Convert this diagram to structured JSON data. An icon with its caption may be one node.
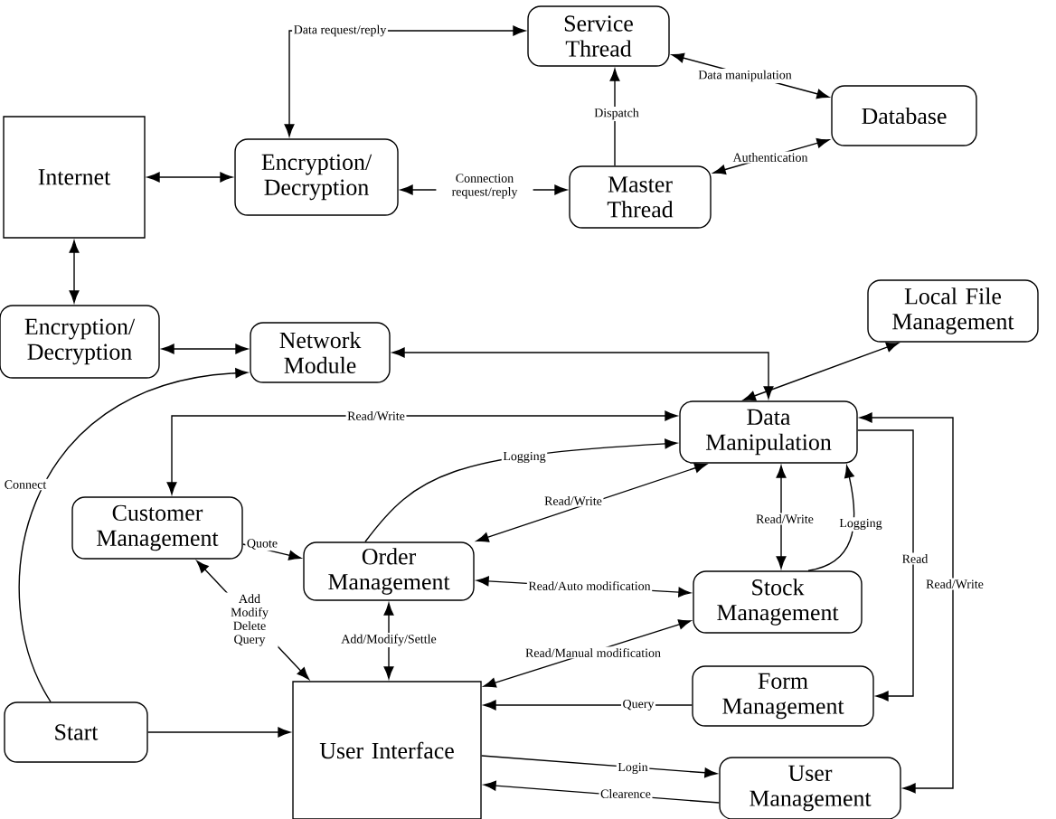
{
  "diagram": {
    "nodes": [
      {
        "text": [
          "Internet"
        ]
      },
      {
        "text": [
          "Encryption/ Decryption"
        ]
      },
      {
        "text": [
          "Service Thread"
        ]
      },
      {
        "text": [
          "Database"
        ]
      },
      {
        "text": [
          "Master Thread"
        ]
      },
      {
        "text": [
          "Encryption/ Decryption"
        ]
      },
      {
        "text": [
          "Network Module"
        ]
      },
      {
        "text": [
          "Local File Management"
        ]
      },
      {
        "text": [
          "Data Manipulation"
        ]
      },
      {
        "text": [
          "Customer Management"
        ]
      },
      {
        "text": [
          "Order Management"
        ]
      },
      {
        "text": [
          "Stock Management"
        ]
      },
      {
        "text": [
          "Form Management"
        ]
      },
      {
        "text": [
          "Start"
        ]
      },
      {
        "text": [
          "User Interface"
        ]
      },
      {
        "text": [
          "User Management"
        ]
      }
    ],
    "edges": [
      {
        "from": 0,
        "to": 1,
        "arrow": "both"
      },
      {
        "from": 1,
        "to": 4,
        "arrow": "both",
        "label": "Connection request/reply"
      },
      {
        "from": 1,
        "to": 2,
        "arrow": "both",
        "label": "Data request/reply"
      },
      {
        "from": 4,
        "to": 2,
        "arrow": "to",
        "label": "Dispatch"
      },
      {
        "from": 2,
        "to": 3,
        "arrow": "both",
        "label": "Data manipulation"
      },
      {
        "from": 4,
        "to": 3,
        "arrow": "both",
        "label": "Authentication"
      },
      {
        "from": 5,
        "to": 0,
        "arrow": "both"
      },
      {
        "from": 5,
        "to": 6,
        "arrow": "both"
      },
      {
        "from": 8,
        "to": 6,
        "arrow": "both"
      },
      {
        "from": 7,
        "to": 8,
        "arrow": "both"
      },
      {
        "from": 8,
        "to": 9,
        "arrow": "both",
        "label": "Read/Write"
      },
      {
        "from": 10,
        "to": 8,
        "arrow": "to",
        "label": "Logging"
      },
      {
        "from": 8,
        "to": 10,
        "arrow": "both",
        "label": "Read/Write"
      },
      {
        "from": 8,
        "to": 11,
        "arrow": "both",
        "label": "Read/Write"
      },
      {
        "from": 11,
        "to": 8,
        "arrow": "to",
        "label": "Logging"
      },
      {
        "from": 8,
        "to": 12,
        "arrow": "to",
        "label": "Read"
      },
      {
        "from": 8,
        "to": 15,
        "arrow": "both",
        "label": "Read/Write"
      },
      {
        "from": 9,
        "to": 10,
        "arrow": "to",
        "label": "Quote"
      },
      {
        "from": 14,
        "to": 9,
        "arrow": "both",
        "label": "Add Modify Delete Query"
      },
      {
        "from": 10,
        "to": 14,
        "arrow": "both",
        "label": "Add/Modify/Settle"
      },
      {
        "from": 10,
        "to": 11,
        "arrow": "both",
        "label": "Read/Auto modification"
      },
      {
        "from": 14,
        "to": 11,
        "arrow": "both",
        "label": "Read/Manual modification"
      },
      {
        "from": 12,
        "to": 14,
        "arrow": "to",
        "label": "Query"
      },
      {
        "from": 14,
        "to": 15,
        "arrow": "to",
        "label": "Login"
      },
      {
        "from": 15,
        "to": 14,
        "arrow": "to",
        "label": "Clearence"
      },
      {
        "from": 13,
        "to": 14,
        "arrow": "to"
      },
      {
        "from": 13,
        "to": 6,
        "arrow": "to",
        "label": "Connect"
      }
    ]
  }
}
